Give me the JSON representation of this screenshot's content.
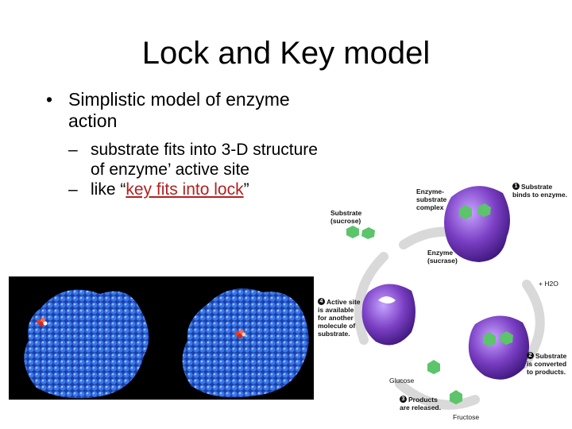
{
  "slide": {
    "title": "Lock and Key model",
    "bullet_mark": "•",
    "dash_mark": "–",
    "bullet1": "Simplistic model of enzyme action",
    "sub1": "substrate fits into 3-D structure of enzyme’ active site",
    "sub2_before": "like “",
    "sub2_link": "key fits into lock",
    "sub2_after": "”"
  },
  "diagram": {
    "enzyme_substrate_complex": "Enzyme-\nsubstrate\ncomplex",
    "substrate": "Substrate\n(sucrose)",
    "enzyme": "Enzyme\n(sucrase)",
    "step1_num": "1",
    "step1": "Substrate\nbinds to enzyme.",
    "step2_num": "2",
    "step2": "Substrate\nis converted\nto products.",
    "step3_num": "3",
    "step3": "Products\nare released.",
    "step4_num": "4",
    "step4": "Active site\nis available\nfor another\nmolecule of\nsubstrate.",
    "water": "+ H2O",
    "glucose": "Glucose",
    "fructose": "Fructose"
  },
  "colors": {
    "link": "#b32020",
    "enzyme": "#7b3fc4",
    "substrate": "#5cc46a",
    "atoms": "#2f6fe0"
  }
}
